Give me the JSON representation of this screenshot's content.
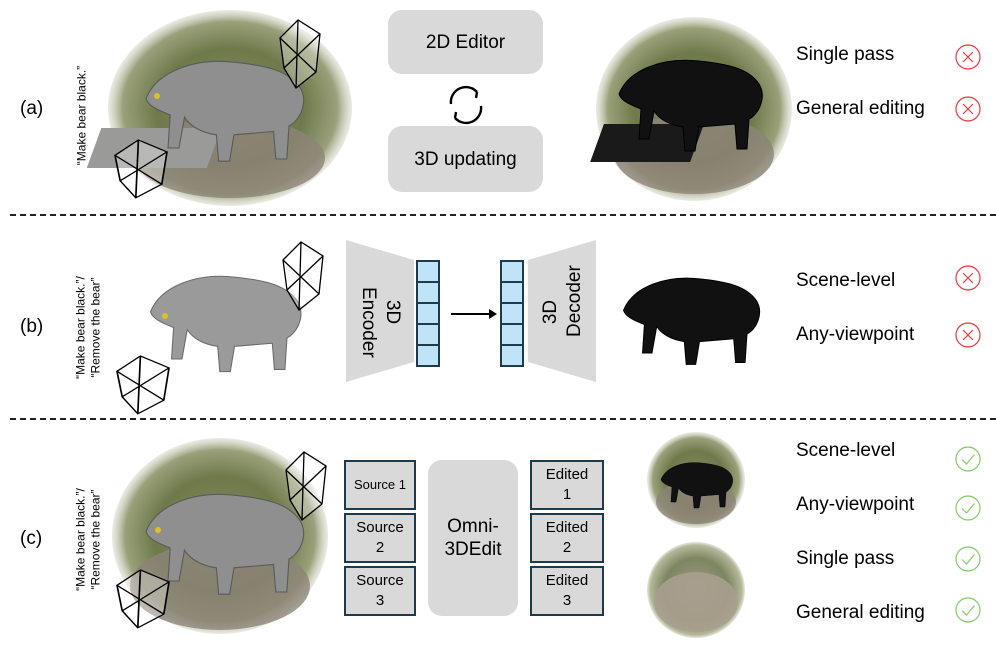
{
  "rows": {
    "a": {
      "label": "(a)",
      "prompt": "“Make bear black.”",
      "editor": "2D Editor",
      "updating": "3D updating",
      "properties": [
        {
          "text": "Single pass",
          "status": "fail"
        },
        {
          "text": "General editing",
          "status": "fail"
        }
      ]
    },
    "b": {
      "label": "(b)",
      "prompt_line1": "“Make bear black.”/",
      "prompt_line2": "“Remove the bear”",
      "encoder": "3D Encoder",
      "decoder": "3D Decoder",
      "properties": [
        {
          "text": "Scene-level",
          "status": "fail"
        },
        {
          "text": "Any-viewpoint",
          "status": "fail"
        }
      ]
    },
    "c": {
      "label": "(c)",
      "prompt_line1": "“Make bear black.”/",
      "prompt_line2": "“Remove the bear”",
      "sources": [
        "Source 1",
        "Source 2",
        "Source 3"
      ],
      "model": "Omni-3DEdit",
      "edited": [
        "Edited 1",
        "Edited 2",
        "Edited 3"
      ],
      "properties": [
        {
          "text": "Scene-level",
          "status": "pass"
        },
        {
          "text": "Any-viewpoint",
          "status": "pass"
        },
        {
          "text": "Single pass",
          "status": "pass"
        },
        {
          "text": "General editing",
          "status": "pass"
        }
      ]
    }
  },
  "colors": {
    "fail": "#e8393f",
    "pass": "#86c96a",
    "feature_cell": "#bfe3f7",
    "feature_border": "#1f3a4a",
    "box_gray": "#d9d9d9"
  }
}
